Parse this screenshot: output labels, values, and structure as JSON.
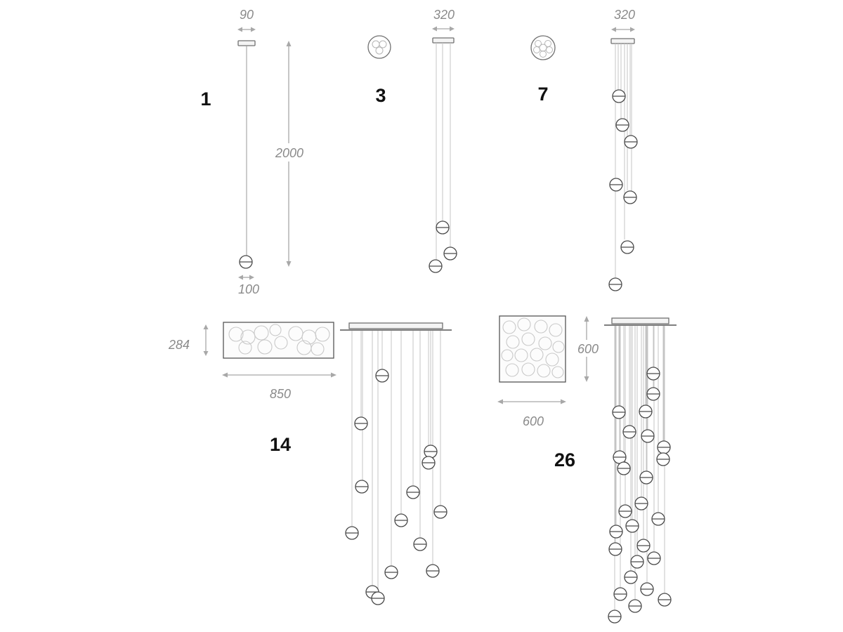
{
  "colors": {
    "background": "#ffffff",
    "model_number_text": "#111111",
    "dimension_text": "#8a8a8a",
    "outline": "#4a4a4a",
    "cable": "#c4c4c4",
    "dimension_line": "#a8a8a8"
  },
  "models": [
    {
      "id": "m1",
      "label": "1",
      "spheres": 1
    },
    {
      "id": "m3",
      "label": "3",
      "spheres": 3
    },
    {
      "id": "m7",
      "label": "7",
      "spheres": 7
    },
    {
      "id": "m14",
      "label": "14",
      "spheres": 14
    },
    {
      "id": "m26",
      "label": "26",
      "spheres": 26
    }
  ],
  "dimensions": {
    "canopy_width_single": "90",
    "drop_height": "2000",
    "sphere_diameter": "100",
    "canopy_width_round_3": "320",
    "canopy_width_round_7": "320",
    "canopy_depth_rect_14": "284",
    "canopy_width_rect_14": "850",
    "canopy_height_square_26": "600",
    "canopy_width_square_26": "600"
  },
  "icons": {
    "sphere": "glass-sphere-icon",
    "canopy": "ceiling-canopy-icon",
    "rosette": "round-canopy-plan-icon",
    "arrow": "dimension-arrow-icon"
  }
}
